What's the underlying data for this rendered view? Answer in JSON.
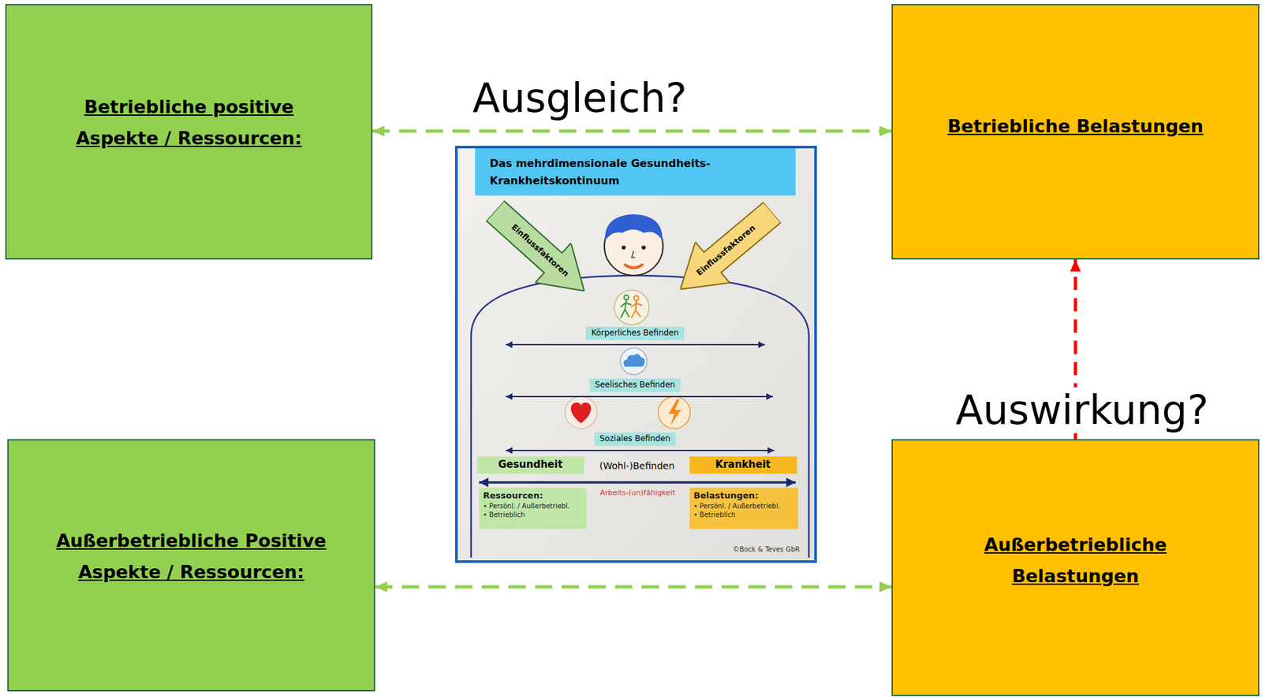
{
  "diagram": {
    "nodes": [
      {
        "text": [
          "Betriebliche positive Aspekte / Ressourcen:"
        ]
      },
      {
        "text": [
          "Betriebliche Belastungen"
        ]
      },
      {
        "text": [
          "Das mehrdimensionale Gesundheits-Krankheitskontinuum"
        ]
      },
      {
        "text": [
          "Einflussfaktoren"
        ]
      },
      {
        "text": [
          "Einflussfaktoren"
        ]
      },
      {
        "text": [
          "Körperliches Befinden"
        ]
      },
      {
        "text": [
          "Seelisches Befinden"
        ]
      },
      {
        "text": [
          "Soziales Befinden"
        ]
      },
      {
        "text": [
          "Gesundheit"
        ]
      },
      {
        "text": [
          "Krankheit"
        ]
      },
      {
        "text": [
          "Ressourcen:",
          "• Persönl. / Außerbetriebl.",
          "• Betrieblich"
        ]
      },
      {
        "text": [
          "Belastungen:",
          "• Persönl. / Außerbetriebl.",
          "• Betrieblich"
        ]
      },
      {
        "text": [
          "Außerbetriebliche Positive Aspekte / Ressourcen:"
        ]
      },
      {
        "text": [
          "Außerbetriebliche Belastungen"
        ]
      }
    ],
    "edges": [
      {
        "from": 0,
        "to": 1,
        "arrow": "both",
        "label": "Ausgleich?"
      },
      {
        "from": 12,
        "to": 13,
        "arrow": "both"
      },
      {
        "from": 13,
        "to": 1,
        "arrow": "to",
        "label": "Auswirkung?"
      }
    ],
    "labels": [
      "(Wohl-)Befinden",
      "Arbeits-(un)fähigkeit",
      "©Bock & Teves GbR"
    ]
  }
}
